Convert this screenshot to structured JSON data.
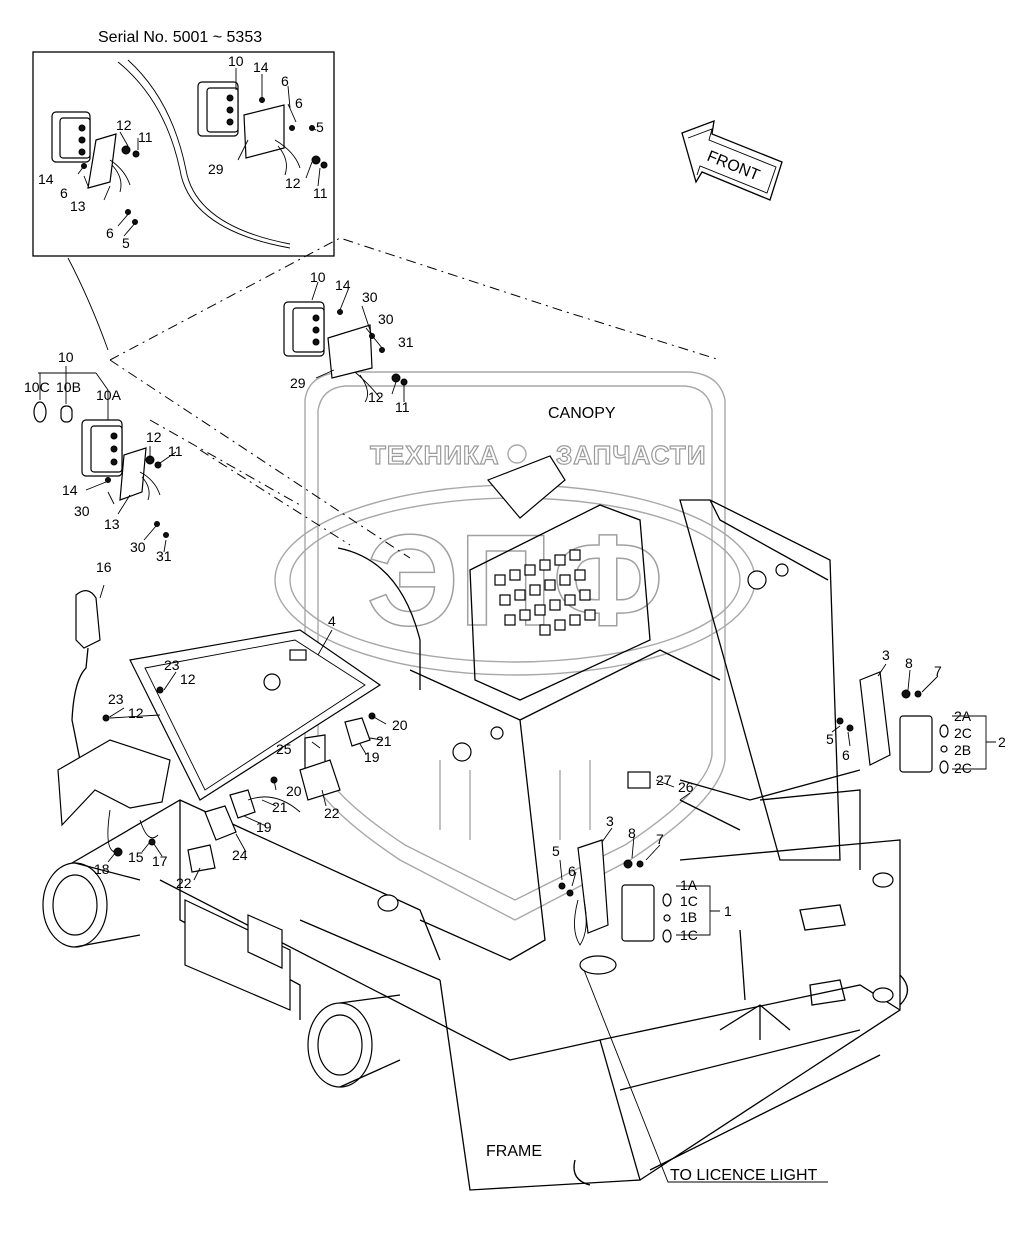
{
  "inset": {
    "title": "Serial No. 5001 ~ 5353"
  },
  "watermark": {
    "text_left": "ТЕХНИКА",
    "text_right": "ЗАПЧАСТИ",
    "logo_text": "ЭПФ"
  },
  "arrow": {
    "label": "FRONT"
  },
  "area_labels": {
    "canopy": "CANOPY",
    "frame": "FRAME",
    "licence": "TO LICENCE LIGHT"
  },
  "callouts": {
    "in_10": "10",
    "in_14a": "14",
    "in_6a": "6",
    "in_6b": "6",
    "in_5a": "5",
    "in_12a": "12",
    "in_11a": "11",
    "in_29": "29",
    "in_12b": "12",
    "in_11b": "11",
    "in_14b": "14",
    "in_6c": "6",
    "in_13": "13",
    "in_6d": "6",
    "in_5b": "5",
    "c10_top": "10",
    "c14_top": "14",
    "c30_a": "30",
    "c30_b": "30",
    "c31_a": "31",
    "c29": "29",
    "c12_top": "12",
    "c11_top": "11",
    "c10_group": "10",
    "c10C": "10C",
    "c10B": "10B",
    "c10A": "10A",
    "c12_l": "12",
    "c11_l": "11",
    "c14_l": "14",
    "c30_l": "30",
    "c13_l": "13",
    "c30_l2": "30",
    "c31_l": "31",
    "c16": "16",
    "c4": "4",
    "c23_a": "23",
    "c12_m1": "12",
    "c23_b": "23",
    "c12_m2": "12",
    "c25": "25",
    "c20_a": "20",
    "c21_a": "21",
    "c19_a": "19",
    "c22_a": "22",
    "c20_b": "20",
    "c21_b": "21",
    "c19_b": "19",
    "c24": "24",
    "c22_b": "22",
    "c18": "18",
    "c15": "15",
    "c17": "17",
    "c3_r": "3",
    "c8_r": "8",
    "c7_r": "7",
    "c5_r": "5",
    "c6_r": "6",
    "c2A": "2A",
    "c2C_a": "2C",
    "c2B": "2B",
    "c2C_b": "2C",
    "c2": "2",
    "c27": "27",
    "c26": "26",
    "c3_c": "3",
    "c8_c": "8",
    "c7_c": "7",
    "c5_c": "5",
    "c6_c": "6",
    "c1A": "1A",
    "c1C_a": "1C",
    "c1B": "1B",
    "c1C_b": "1C",
    "c1": "1"
  }
}
